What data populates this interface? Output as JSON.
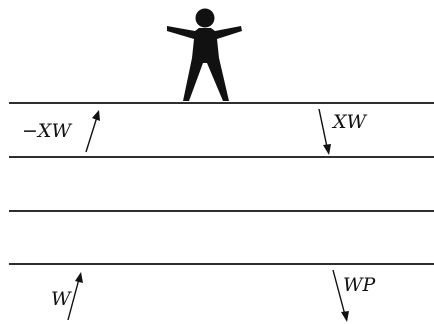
{
  "colors": {
    "ink": "#111111",
    "background": "#ffffff"
  },
  "icons": {
    "figure": "person-standing-arms-out-icon"
  },
  "labels": {
    "top_up": "−XW",
    "top_down": "XW",
    "bottom_up": "W",
    "bottom_down": "WP"
  }
}
